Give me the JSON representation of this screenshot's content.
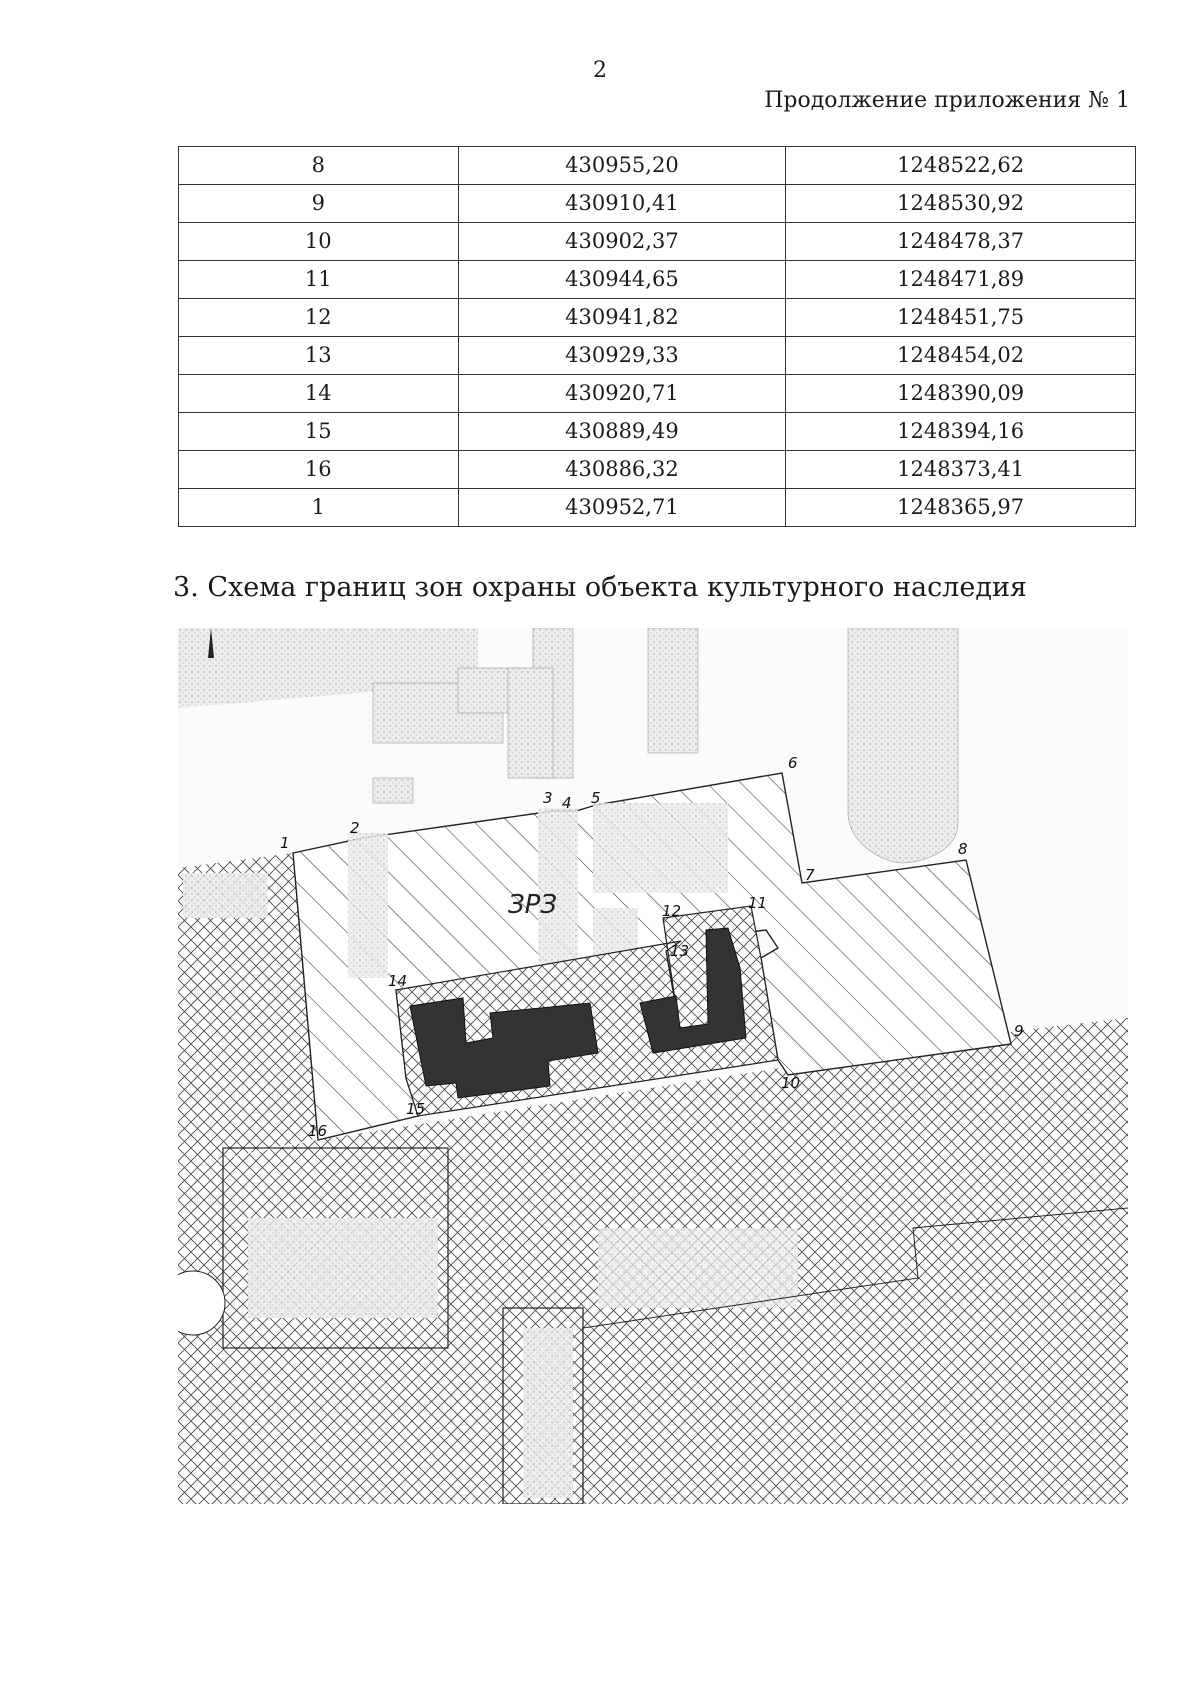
{
  "header": {
    "page_number": "2",
    "continuation": "Продолжение приложения № 1"
  },
  "table": {
    "rows": [
      [
        "8",
        "430955,20",
        "1248522,62"
      ],
      [
        "9",
        "430910,41",
        "1248530,92"
      ],
      [
        "10",
        "430902,37",
        "1248478,37"
      ],
      [
        "11",
        "430944,65",
        "1248471,89"
      ],
      [
        "12",
        "430941,82",
        "1248451,75"
      ],
      [
        "13",
        "430929,33",
        "1248454,02"
      ],
      [
        "14",
        "430920,71",
        "1248390,09"
      ],
      [
        "15",
        "430889,49",
        "1248394,16"
      ],
      [
        "16",
        "430886,32",
        "1248373,41"
      ],
      [
        "1",
        "430952,71",
        "1248365,97"
      ]
    ]
  },
  "section": {
    "title": "3. Схема границ зон охраны объекта культурного наследия"
  },
  "map": {
    "zone_label": "ЗРЗ",
    "point_labels": [
      "1",
      "2",
      "3",
      "4",
      "5",
      "6",
      "7",
      "8",
      "9",
      "10",
      "11",
      "12",
      "13",
      "14",
      "15",
      "16"
    ]
  }
}
